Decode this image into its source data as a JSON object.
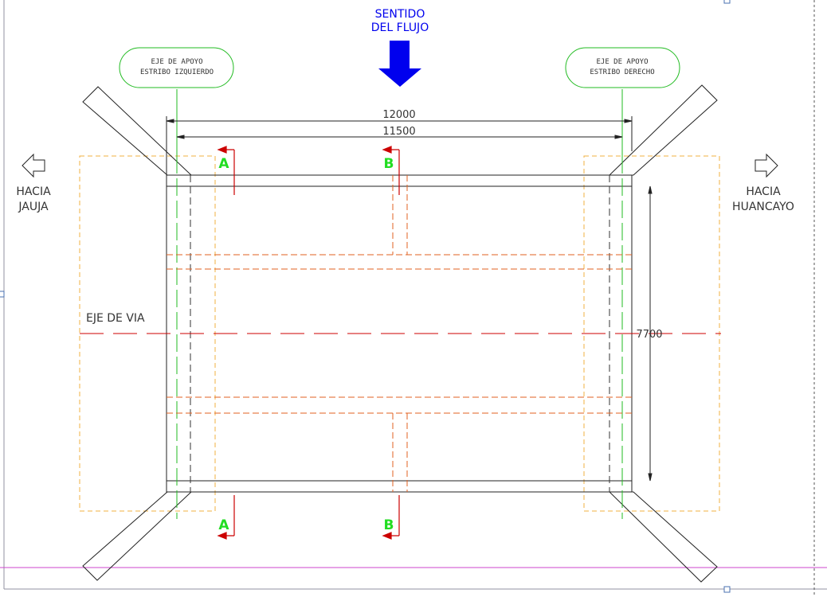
{
  "flow": {
    "line1": "SENTIDO",
    "line2": "DEL FLUJO",
    "arrow_color": "#0000ee"
  },
  "left_support": {
    "line1": "EJE DE APOYO",
    "line2": "ESTRIBO IZQUIERDO"
  },
  "right_support": {
    "line1": "EJE DE APOYO",
    "line2": "ESTRIBO DERECHO"
  },
  "dimensions": {
    "outer": "12000",
    "inner": "11500",
    "height": "7700"
  },
  "directions": {
    "left_line1": "HACIA",
    "left_line2": "JAUJA",
    "right_line1": "HACIA",
    "right_line2": "HUANCAYO"
  },
  "road_axis_label": "EJE DE VIA",
  "sections": {
    "a": "A",
    "b": "B"
  },
  "colors": {
    "section_label": "#22dd22",
    "section_arrow": "#cc0000",
    "support_axis": "#22bb22",
    "road_axis": "#cc0000",
    "beams": "#e06020",
    "footing": "#f0b040",
    "text": "#333333",
    "border": "#9090a0",
    "magenta": "#cc44cc"
  }
}
